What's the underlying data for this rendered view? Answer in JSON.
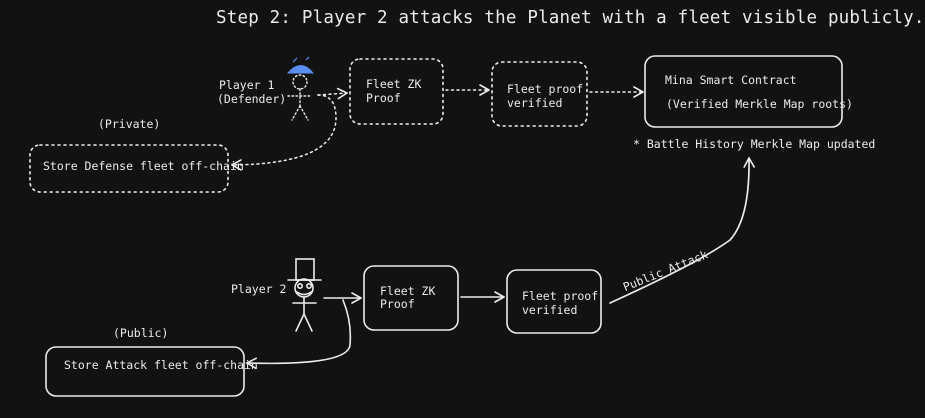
{
  "title": "Step 2: Player 2 attacks the Planet with a fleet visible publicly.",
  "private_flow": {
    "player_name": "Player 1",
    "player_role": "(Defender)",
    "scope_label": "(Private)",
    "zk_proof_line1": "Fleet ZK",
    "zk_proof_line2": "Proof",
    "proof_verified_line1": "Fleet proof",
    "proof_verified_line2": "verified",
    "store_label": "Store Defense fleet off-chain"
  },
  "contract": {
    "line1": "Mina Smart Contract",
    "line2": "(Verified Merkle Map roots)",
    "note": "* Battle History Merkle Map updated"
  },
  "public_flow": {
    "player_name": "Player 2",
    "scope_label": "(Public)",
    "zk_proof_line1": "Fleet ZK",
    "zk_proof_line2": "Proof",
    "proof_verified_line1": "Fleet proof",
    "proof_verified_line2": "verified",
    "store_label": "Store Attack fleet off-chain",
    "attack_label": "Public Attack"
  },
  "colors": {
    "background": "#121212",
    "stroke": "#ececec",
    "player1_accent": "#5b8def"
  }
}
